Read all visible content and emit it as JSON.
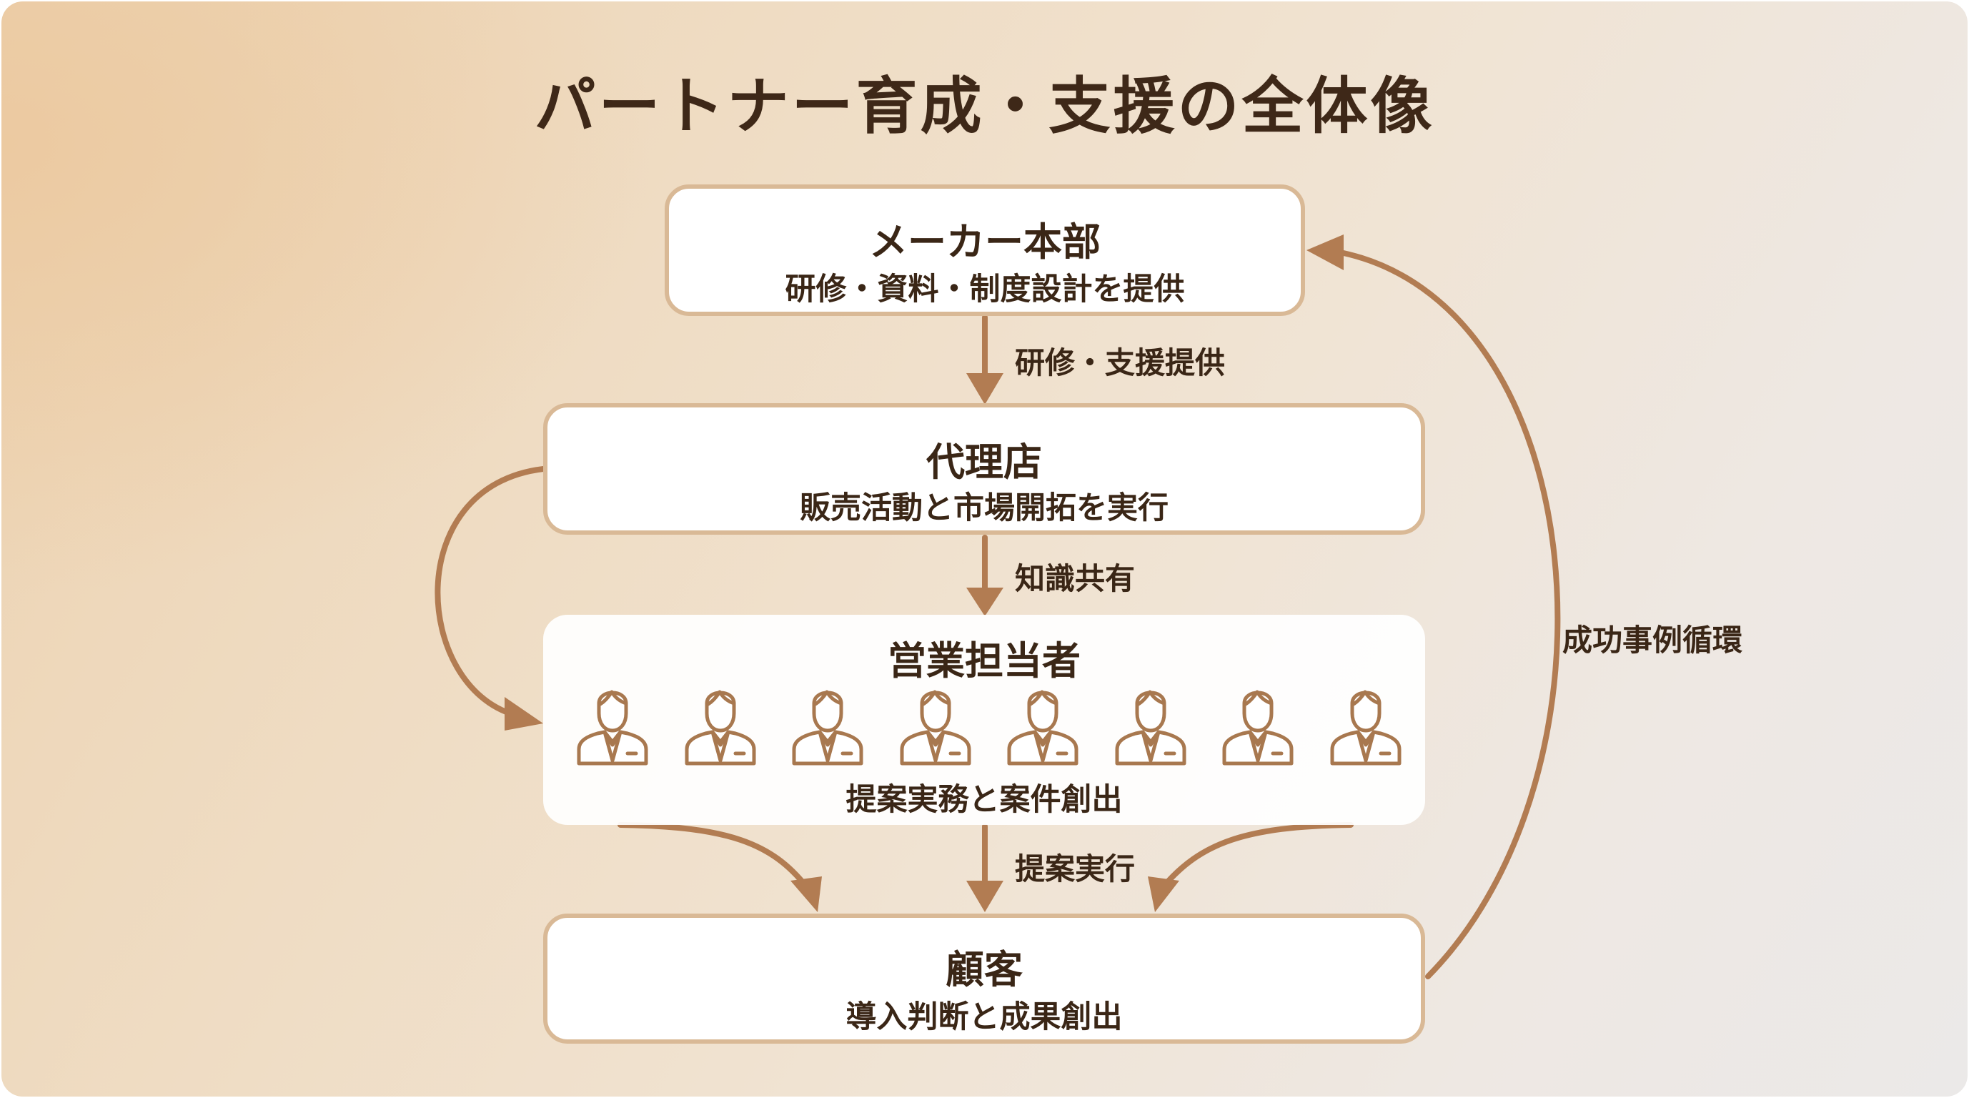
{
  "title": "パートナー育成・支援の全体像",
  "nodes": {
    "maker": {
      "title": "メーカー本部",
      "subtitle": "研修・資料・制度設計を提供"
    },
    "agency": {
      "title": "代理店",
      "subtitle": "販売活動と市場開拓を実行"
    },
    "sales": {
      "title": "営業担当者",
      "subtitle": "提案実務と案件創出",
      "people_count": 8,
      "person_icon": "businessman-icon"
    },
    "customer": {
      "title": "顧客",
      "subtitle": "導入判断と成果創出"
    }
  },
  "edges": {
    "maker_to_agency": "研修・支援提供",
    "agency_to_sales": "知識共有",
    "sales_to_customer": "提案実行",
    "success_loop": "成功事例循環"
  },
  "colors": {
    "arrow": "#b27c52",
    "border": "#d9b996",
    "text": "#3a2616",
    "icon": "#a8784f"
  }
}
